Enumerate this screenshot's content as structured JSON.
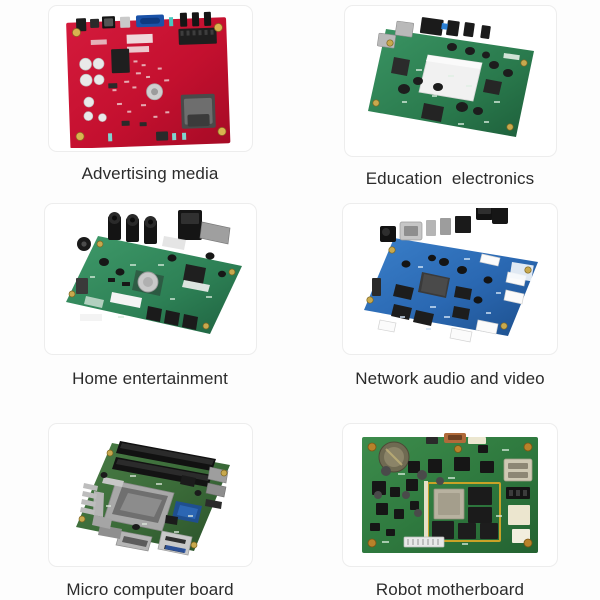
{
  "page": {
    "background_color": "#fdfdfd",
    "layout": "3x2-product-grid",
    "label_color": "#2b2b2b",
    "card_border_color": "#ededed",
    "card_background": "#ffffff"
  },
  "grid": {
    "columns": 2,
    "rows": 3,
    "items": [
      {
        "label": "Advertising media",
        "image_name": "advertising-media-pcb",
        "board_color": "#cc1133",
        "board_kind": "red-pcb-front-view",
        "accent_colors": [
          "#cc1133",
          "#1a4fa3",
          "#2a2a2a",
          "#d9d9d9",
          "#caa23a"
        ]
      },
      {
        "label": "Education  electronics",
        "image_name": "education-electronics-pcb",
        "board_color": "#2f7d52",
        "board_kind": "green-pcb-angled",
        "accent_colors": [
          "#2f7d52",
          "#e8e8e8",
          "#1e1e1e",
          "#9a9a9a",
          "#1c5c8f"
        ]
      },
      {
        "label": "Home entertainment",
        "image_name": "home-entertainment-pcb",
        "board_color": "#2e8457",
        "board_kind": "green-pcb-av-angled",
        "accent_colors": [
          "#2e8457",
          "#161616",
          "#bfbfbf",
          "#f2f2f2",
          "#3b3b3b"
        ]
      },
      {
        "label": "Network audio and video",
        "image_name": "network-audio-video-pcb",
        "board_color": "#2b6bb5",
        "board_kind": "blue-pcb-angled",
        "accent_colors": [
          "#2b6bb5",
          "#111111",
          "#d5d5d5",
          "#ffffff",
          "#8c8c8c"
        ]
      },
      {
        "label": "Micro computer board",
        "image_name": "micro-computer-board-pcb",
        "board_color": "#3c6b3a",
        "board_kind": "mini-itx-motherboard",
        "accent_colors": [
          "#3c6b3a",
          "#2b2b2b",
          "#b8b8b8",
          "#1d4f86",
          "#8e8e8e"
        ]
      },
      {
        "label": "Robot motherboard",
        "image_name": "robot-motherboard-pcb",
        "board_color": "#2f7a3f",
        "board_kind": "green-sbc-top-view",
        "accent_colors": [
          "#2f7a3f",
          "#c9a227",
          "#1a1a1a",
          "#e6e0c8",
          "#7a7a7a"
        ]
      }
    ]
  }
}
